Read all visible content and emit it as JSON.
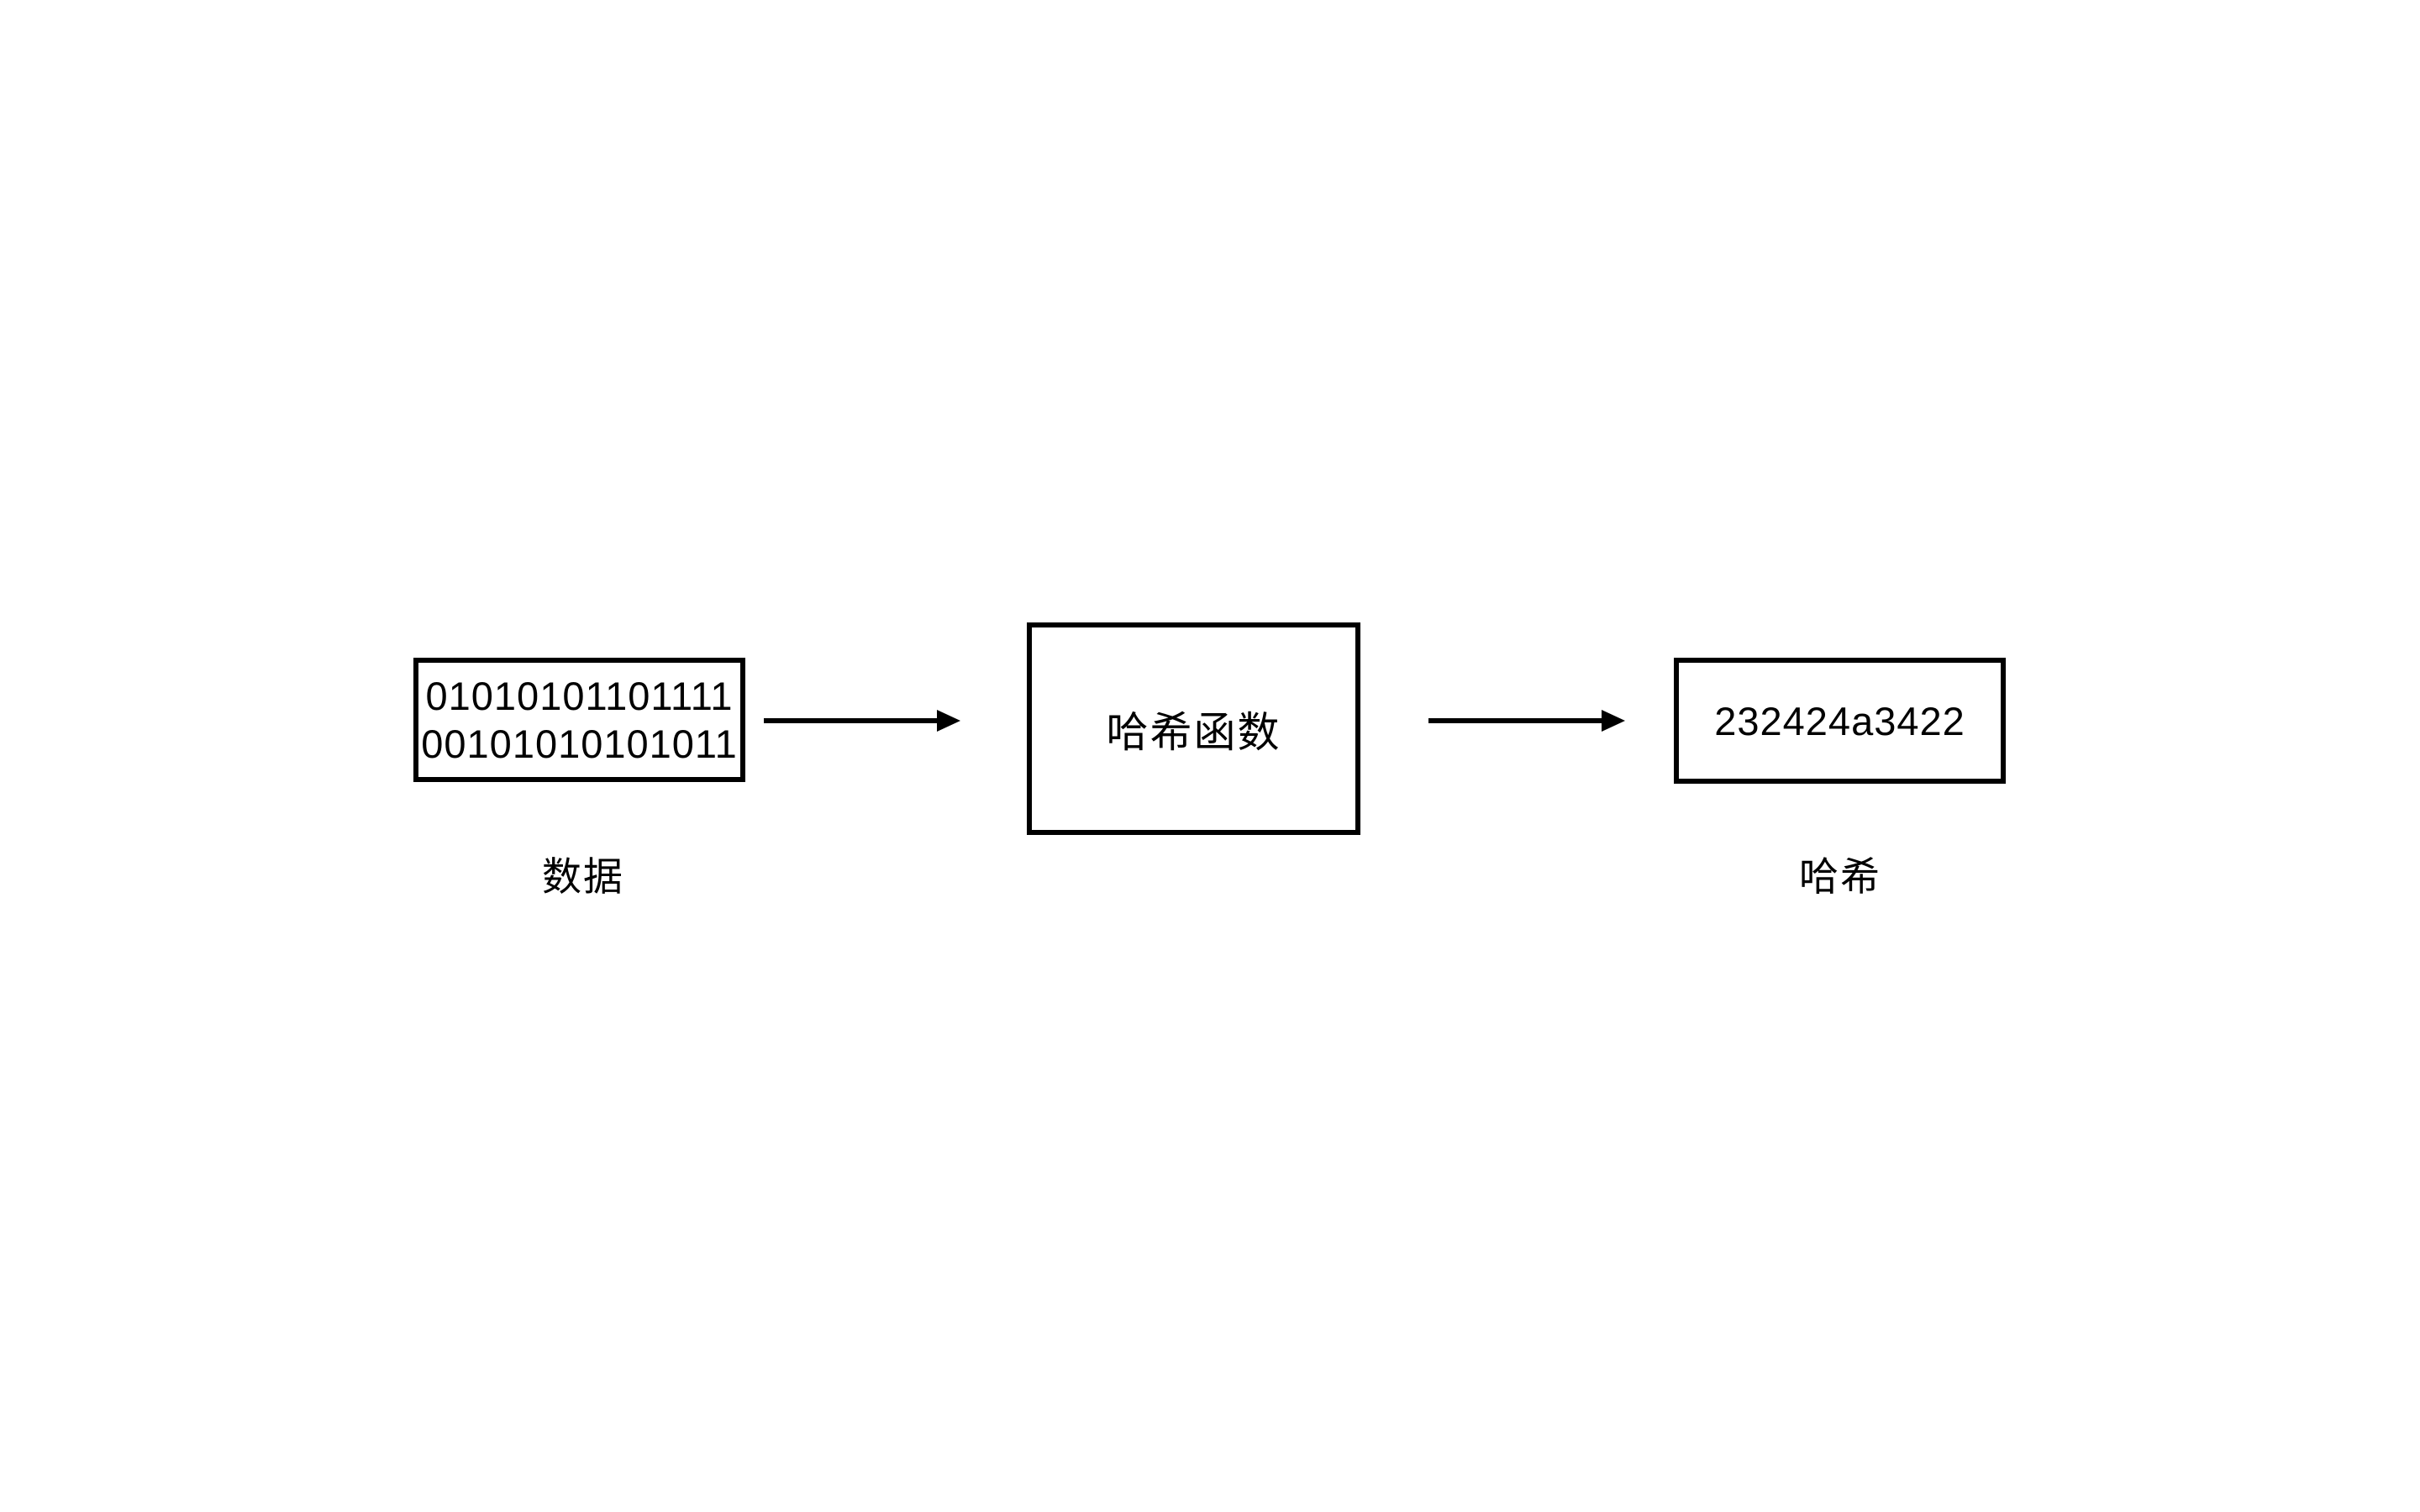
{
  "diagram": {
    "background_color": "#ffffff",
    "stroke_color": "#000000",
    "data_box": {
      "line1": "01010101101111",
      "line2": "00101010101011",
      "label": "数据"
    },
    "hash_function_box": {
      "text": "哈希函数"
    },
    "hash_box": {
      "value": "232424a3422",
      "label": "哈希"
    },
    "icons": [
      {
        "name": "arrow-right-icon",
        "glyph": "→",
        "from": "data-box",
        "to": "hash-function-box"
      },
      {
        "name": "arrow-right-icon",
        "glyph": "→",
        "from": "hash-function-box",
        "to": "hash-result-box"
      }
    ]
  }
}
